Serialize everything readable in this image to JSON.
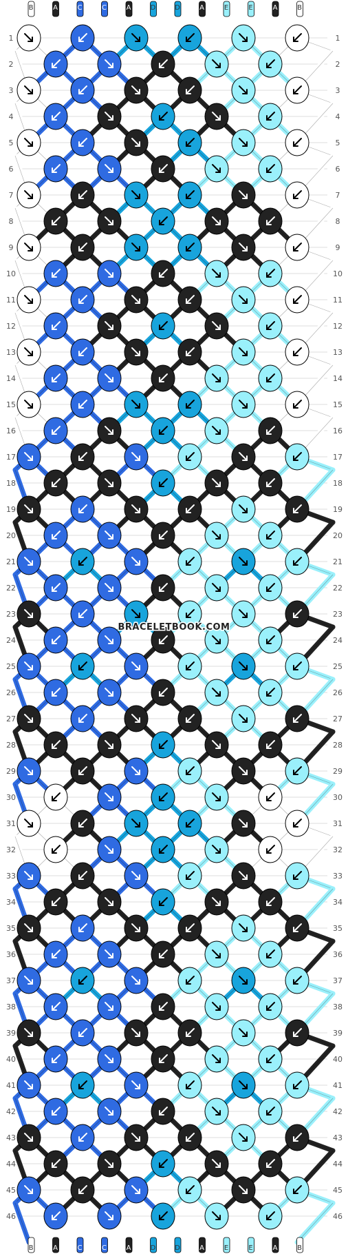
{
  "colors": {
    "A": "#222222",
    "B": "#ffffff",
    "C": "#2f6be2",
    "D": "#18a4dc",
    "E": "#9af0fb"
  },
  "strands_top": [
    "B",
    "A",
    "C",
    "C",
    "A",
    "D",
    "D",
    "A",
    "E",
    "E",
    "A",
    "B"
  ],
  "strands_bottom": [
    "B",
    "A",
    "C",
    "C",
    "A",
    "D",
    "D",
    "A",
    "E",
    "E",
    "A",
    "B"
  ],
  "row_count": 46,
  "watermark": "BRACELETBOOK.COM",
  "knot_rows": [
    [
      "B",
      "C",
      "D",
      "D",
      "E",
      "B"
    ],
    [
      "C",
      "C",
      "A",
      "E",
      "E"
    ],
    [
      "B",
      "C",
      "A",
      "A",
      "E",
      "B"
    ],
    [
      "C",
      "A",
      "D",
      "A",
      "E"
    ],
    [
      "B",
      "C",
      "A",
      "D",
      "E",
      "B"
    ],
    [
      "C",
      "C",
      "A",
      "E",
      "E"
    ],
    [
      "B",
      "A",
      "D",
      "D",
      "A",
      "B"
    ],
    [
      "A",
      "A",
      "D",
      "A",
      "A"
    ],
    [
      "B",
      "A",
      "D",
      "D",
      "A",
      "B"
    ],
    [
      "C",
      "C",
      "A",
      "E",
      "E"
    ],
    [
      "B",
      "C",
      "A",
      "A",
      "E",
      "B"
    ],
    [
      "C",
      "A",
      "D",
      "A",
      "E"
    ],
    [
      "B",
      "C",
      "A",
      "A",
      "E",
      "B"
    ],
    [
      "C",
      "C",
      "A",
      "E",
      "E"
    ],
    [
      "B",
      "C",
      "D",
      "D",
      "E",
      "B"
    ],
    [
      "C",
      "A",
      "D",
      "E",
      "A"
    ],
    [
      "C",
      "A",
      "C",
      "E",
      "A",
      "E"
    ],
    [
      "A",
      "A",
      "D",
      "A",
      "A"
    ],
    [
      "A",
      "C",
      "A",
      "A",
      "E",
      "A"
    ],
    [
      "C",
      "C",
      "A",
      "E",
      "E"
    ],
    [
      "C",
      "D",
      "C",
      "E",
      "D",
      "E"
    ],
    [
      "C",
      "C",
      "A",
      "E",
      "E"
    ],
    [
      "A",
      "C",
      "D",
      "E",
      "E",
      "A"
    ],
    [
      "C",
      "C",
      "A",
      "E",
      "E"
    ],
    [
      "C",
      "D",
      "C",
      "E",
      "D",
      "E"
    ],
    [
      "C",
      "C",
      "A",
      "E",
      "E"
    ],
    [
      "A",
      "C",
      "A",
      "A",
      "E",
      "A"
    ],
    [
      "A",
      "A",
      "D",
      "A",
      "A"
    ],
    [
      "C",
      "A",
      "C",
      "E",
      "A",
      "E"
    ],
    [
      "B",
      "C",
      "D",
      "E",
      "B"
    ],
    [
      "B",
      "A",
      "D",
      "D",
      "A",
      "B"
    ],
    [
      "B",
      "C",
      "D",
      "E",
      "B"
    ],
    [
      "C",
      "A",
      "C",
      "E",
      "A",
      "E"
    ],
    [
      "A",
      "A",
      "D",
      "A",
      "A"
    ],
    [
      "A",
      "C",
      "A",
      "A",
      "E",
      "A"
    ],
    [
      "C",
      "C",
      "A",
      "E",
      "E"
    ],
    [
      "C",
      "D",
      "C",
      "E",
      "D",
      "E"
    ],
    [
      "C",
      "C",
      "A",
      "E",
      "E"
    ],
    [
      "A",
      "C",
      "A",
      "A",
      "E",
      "A"
    ],
    [
      "C",
      "C",
      "A",
      "E",
      "E"
    ],
    [
      "C",
      "D",
      "C",
      "E",
      "D",
      "E"
    ],
    [
      "C",
      "C",
      "A",
      "E",
      "E"
    ],
    [
      "A",
      "C",
      "A",
      "A",
      "E",
      "A"
    ],
    [
      "A",
      "A",
      "D",
      "A",
      "A"
    ],
    [
      "C",
      "A",
      "C",
      "E",
      "A",
      "E"
    ],
    [
      "C",
      "C",
      "D",
      "E",
      "E"
    ]
  ]
}
